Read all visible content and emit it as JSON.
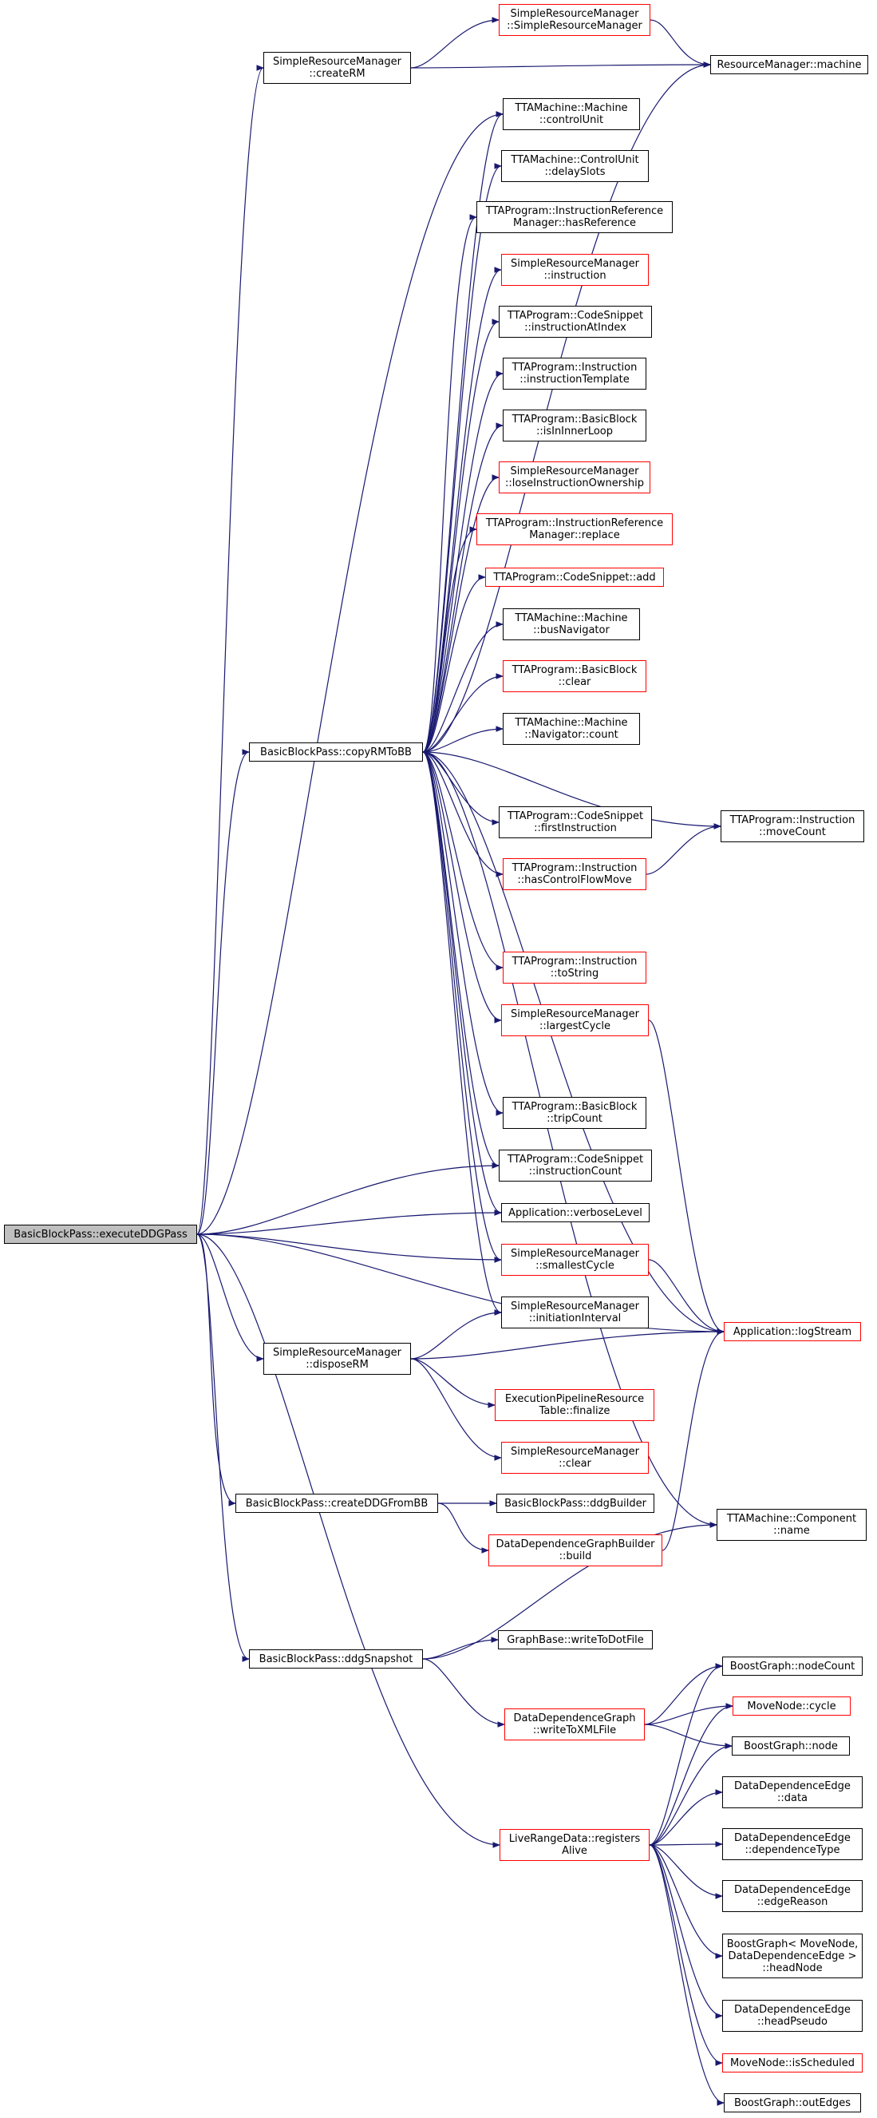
{
  "graph": {
    "nodes": {
      "executeDDGPass": {
        "lines": [
          "BasicBlockPass::executeDDGPass"
        ],
        "style": "root"
      },
      "createRM": {
        "lines": [
          "SimpleResourceManager",
          "::createRM"
        ],
        "style": "black"
      },
      "SRMctor": {
        "lines": [
          "SimpleResourceManager",
          "::SimpleResourceManager"
        ],
        "style": "red"
      },
      "RMmachine": {
        "lines": [
          "ResourceManager::machine"
        ],
        "style": "black"
      },
      "controlUnit": {
        "lines": [
          "TTAMachine::Machine",
          "::controlUnit"
        ],
        "style": "black"
      },
      "delaySlots": {
        "lines": [
          "TTAMachine::ControlUnit",
          "::delaySlots"
        ],
        "style": "black"
      },
      "hasReference": {
        "lines": [
          "TTAProgram::InstructionReference",
          "Manager::hasReference"
        ],
        "style": "black"
      },
      "instruction": {
        "lines": [
          "SimpleResourceManager",
          "::instruction"
        ],
        "style": "red"
      },
      "instructionAtIndex": {
        "lines": [
          "TTAProgram::CodeSnippet",
          "::instructionAtIndex"
        ],
        "style": "black"
      },
      "instructionTemplate": {
        "lines": [
          "TTAProgram::Instruction",
          "::instructionTemplate"
        ],
        "style": "black"
      },
      "isInInnerLoop": {
        "lines": [
          "TTAProgram::BasicBlock",
          "::isInInnerLoop"
        ],
        "style": "black"
      },
      "loseInstructionOwnership": {
        "lines": [
          "SimpleResourceManager",
          "::loseInstructionOwnership"
        ],
        "style": "red"
      },
      "replace": {
        "lines": [
          "TTAProgram::InstructionReference",
          "Manager::replace"
        ],
        "style": "red"
      },
      "csAdd": {
        "lines": [
          "TTAProgram::CodeSnippet::add"
        ],
        "style": "red"
      },
      "busNavigator": {
        "lines": [
          "TTAMachine::Machine",
          "::busNavigator"
        ],
        "style": "black"
      },
      "bbClear": {
        "lines": [
          "TTAProgram::BasicBlock",
          "::clear"
        ],
        "style": "red"
      },
      "navCount": {
        "lines": [
          "TTAMachine::Machine",
          "::Navigator::count"
        ],
        "style": "black"
      },
      "copyRMToBB": {
        "lines": [
          "BasicBlockPass::copyRMToBB"
        ],
        "style": "black"
      },
      "firstInstruction": {
        "lines": [
          "TTAProgram::CodeSnippet",
          "::firstInstruction"
        ],
        "style": "black"
      },
      "moveCount": {
        "lines": [
          "TTAProgram::Instruction",
          "::moveCount"
        ],
        "style": "black"
      },
      "hasControlFlowMove": {
        "lines": [
          "TTAProgram::Instruction",
          "::hasControlFlowMove"
        ],
        "style": "red"
      },
      "toString": {
        "lines": [
          "TTAProgram::Instruction",
          "::toString"
        ],
        "style": "red"
      },
      "largestCycle": {
        "lines": [
          "SimpleResourceManager",
          "::largestCycle"
        ],
        "style": "red"
      },
      "tripCount": {
        "lines": [
          "TTAProgram::BasicBlock",
          "::tripCount"
        ],
        "style": "black"
      },
      "instructionCount": {
        "lines": [
          "TTAProgram::CodeSnippet",
          "::instructionCount"
        ],
        "style": "black"
      },
      "verboseLevel": {
        "lines": [
          "Application::verboseLevel"
        ],
        "style": "black"
      },
      "smallestCycle": {
        "lines": [
          "SimpleResourceManager",
          "::smallestCycle"
        ],
        "style": "red"
      },
      "initiationInterval": {
        "lines": [
          "SimpleResourceManager",
          "::initiationInterval"
        ],
        "style": "black"
      },
      "logStream": {
        "lines": [
          "Application::logStream"
        ],
        "style": "red"
      },
      "disposeRM": {
        "lines": [
          "SimpleResourceManager",
          "::disposeRM"
        ],
        "style": "black"
      },
      "finalize": {
        "lines": [
          "ExecutionPipelineResource",
          "Table::finalize"
        ],
        "style": "red"
      },
      "srmClear": {
        "lines": [
          "SimpleResourceManager",
          "::clear"
        ],
        "style": "red"
      },
      "createDDGFromBB": {
        "lines": [
          "BasicBlockPass::createDDGFromBB"
        ],
        "style": "black"
      },
      "ddgBuilder": {
        "lines": [
          "BasicBlockPass::ddgBuilder"
        ],
        "style": "black"
      },
      "ddgbBuild": {
        "lines": [
          "DataDependenceGraphBuilder",
          "::build"
        ],
        "style": "red"
      },
      "componentName": {
        "lines": [
          "TTAMachine::Component",
          "::name"
        ],
        "style": "black"
      },
      "ddgSnapshot": {
        "lines": [
          "BasicBlockPass::ddgSnapshot"
        ],
        "style": "black"
      },
      "writeToDotFile": {
        "lines": [
          "GraphBase::writeToDotFile"
        ],
        "style": "black"
      },
      "writeToXMLFile": {
        "lines": [
          "DataDependenceGraph",
          "::writeToXMLFile"
        ],
        "style": "red"
      },
      "nodeCount": {
        "lines": [
          "BoostGraph::nodeCount"
        ],
        "style": "black"
      },
      "mnCycle": {
        "lines": [
          "MoveNode::cycle"
        ],
        "style": "red"
      },
      "bgNode": {
        "lines": [
          "BoostGraph::node"
        ],
        "style": "black"
      },
      "registersAlive": {
        "lines": [
          "LiveRangeData::registers",
          "Alive"
        ],
        "style": "red"
      },
      "edgeData": {
        "lines": [
          "DataDependenceEdge",
          "::data"
        ],
        "style": "black"
      },
      "dependenceType": {
        "lines": [
          "DataDependenceEdge",
          "::dependenceType"
        ],
        "style": "black"
      },
      "edgeReason": {
        "lines": [
          "DataDependenceEdge",
          "::edgeReason"
        ],
        "style": "black"
      },
      "headNode": {
        "lines": [
          "BoostGraph< MoveNode,",
          "DataDependenceEdge >",
          "::headNode"
        ],
        "style": "black"
      },
      "headPseudo": {
        "lines": [
          "DataDependenceEdge",
          "::headPseudo"
        ],
        "style": "black"
      },
      "isScheduled": {
        "lines": [
          "MoveNode::isScheduled"
        ],
        "style": "red"
      },
      "outEdges": {
        "lines": [
          "BoostGraph::outEdges"
        ],
        "style": "black"
      }
    },
    "edges": [
      [
        "executeDDGPass",
        "createRM"
      ],
      [
        "executeDDGPass",
        "controlUnit"
      ],
      [
        "executeDDGPass",
        "copyRMToBB"
      ],
      [
        "executeDDGPass",
        "instructionCount"
      ],
      [
        "executeDDGPass",
        "verboseLevel"
      ],
      [
        "executeDDGPass",
        "smallestCycle"
      ],
      [
        "executeDDGPass",
        "disposeRM"
      ],
      [
        "executeDDGPass",
        "createDDGFromBB"
      ],
      [
        "executeDDGPass",
        "ddgSnapshot"
      ],
      [
        "executeDDGPass",
        "registersAlive"
      ],
      [
        "executeDDGPass",
        "logStream"
      ],
      [
        "createRM",
        "SRMctor"
      ],
      [
        "createRM",
        "RMmachine"
      ],
      [
        "SRMctor",
        "RMmachine"
      ],
      [
        "copyRMToBB",
        "RMmachine"
      ],
      [
        "copyRMToBB",
        "controlUnit"
      ],
      [
        "copyRMToBB",
        "delaySlots"
      ],
      [
        "copyRMToBB",
        "hasReference"
      ],
      [
        "copyRMToBB",
        "instruction"
      ],
      [
        "copyRMToBB",
        "instructionAtIndex"
      ],
      [
        "copyRMToBB",
        "instructionTemplate"
      ],
      [
        "copyRMToBB",
        "isInInnerLoop"
      ],
      [
        "copyRMToBB",
        "loseInstructionOwnership"
      ],
      [
        "copyRMToBB",
        "replace"
      ],
      [
        "copyRMToBB",
        "csAdd"
      ],
      [
        "copyRMToBB",
        "busNavigator"
      ],
      [
        "copyRMToBB",
        "bbClear"
      ],
      [
        "copyRMToBB",
        "navCount"
      ],
      [
        "copyRMToBB",
        "firstInstruction"
      ],
      [
        "copyRMToBB",
        "moveCount"
      ],
      [
        "copyRMToBB",
        "hasControlFlowMove"
      ],
      [
        "copyRMToBB",
        "toString"
      ],
      [
        "copyRMToBB",
        "largestCycle"
      ],
      [
        "copyRMToBB",
        "tripCount"
      ],
      [
        "copyRMToBB",
        "instructionCount"
      ],
      [
        "copyRMToBB",
        "verboseLevel"
      ],
      [
        "copyRMToBB",
        "smallestCycle"
      ],
      [
        "copyRMToBB",
        "initiationInterval"
      ],
      [
        "copyRMToBB",
        "logStream"
      ],
      [
        "copyRMToBB",
        "componentName"
      ],
      [
        "hasControlFlowMove",
        "moveCount"
      ],
      [
        "largestCycle",
        "logStream"
      ],
      [
        "smallestCycle",
        "logStream"
      ],
      [
        "disposeRM",
        "initiationInterval"
      ],
      [
        "disposeRM",
        "finalize"
      ],
      [
        "disposeRM",
        "srmClear"
      ],
      [
        "disposeRM",
        "logStream"
      ],
      [
        "createDDGFromBB",
        "ddgBuilder"
      ],
      [
        "createDDGFromBB",
        "ddgbBuild"
      ],
      [
        "ddgbBuild",
        "logStream"
      ],
      [
        "ddgSnapshot",
        "writeToDotFile"
      ],
      [
        "ddgSnapshot",
        "writeToXMLFile"
      ],
      [
        "ddgSnapshot",
        "componentName"
      ],
      [
        "writeToXMLFile",
        "nodeCount"
      ],
      [
        "writeToXMLFile",
        "mnCycle"
      ],
      [
        "writeToXMLFile",
        "bgNode"
      ],
      [
        "registersAlive",
        "nodeCount"
      ],
      [
        "registersAlive",
        "mnCycle"
      ],
      [
        "registersAlive",
        "bgNode"
      ],
      [
        "registersAlive",
        "edgeData"
      ],
      [
        "registersAlive",
        "dependenceType"
      ],
      [
        "registersAlive",
        "edgeReason"
      ],
      [
        "registersAlive",
        "headNode"
      ],
      [
        "registersAlive",
        "headPseudo"
      ],
      [
        "registersAlive",
        "isScheduled"
      ],
      [
        "registersAlive",
        "outEdges"
      ]
    ]
  },
  "colors": {
    "edge": "#191970",
    "border_plain": "#000000",
    "border_red": "#ff0000",
    "root_fill": "#bfbfbf"
  }
}
